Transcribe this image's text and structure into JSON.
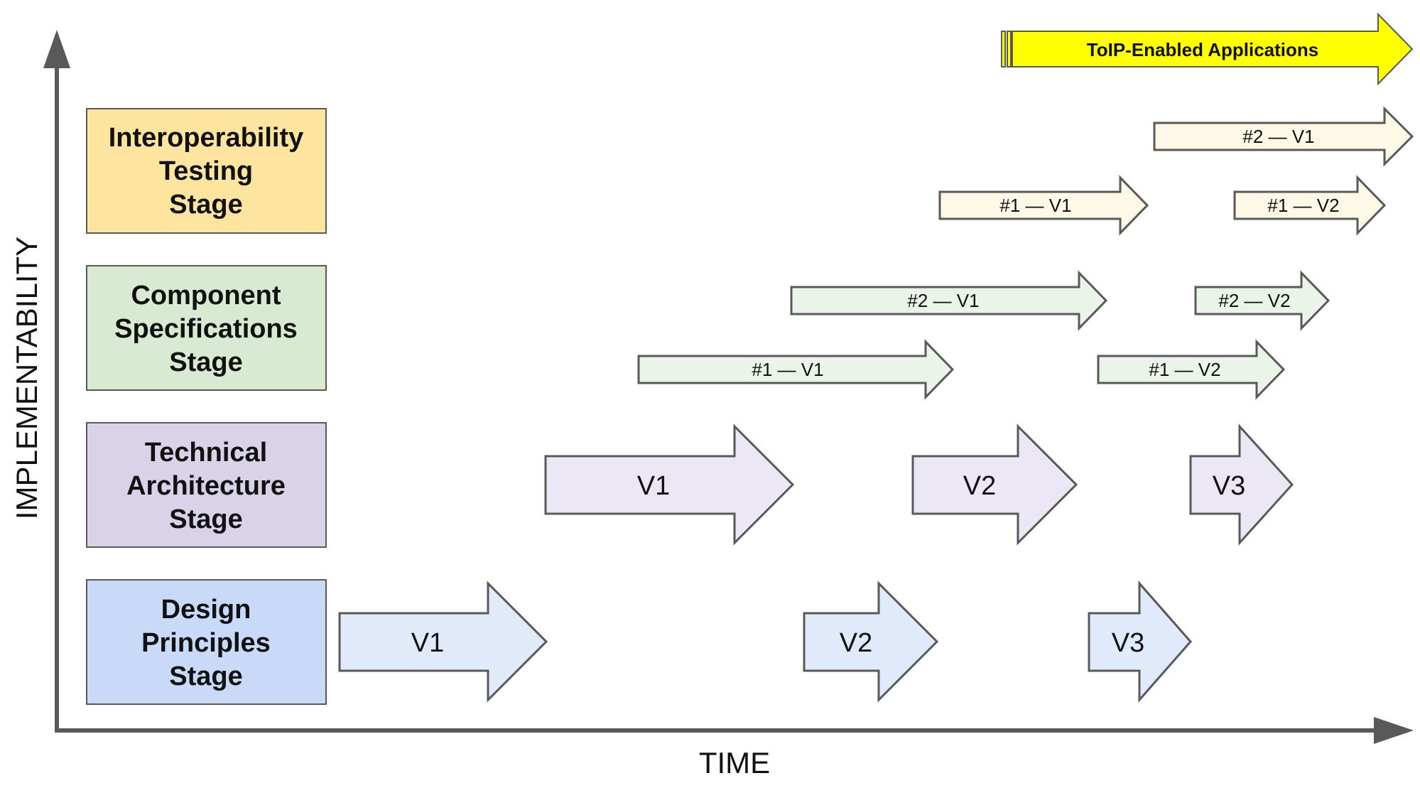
{
  "axes": {
    "y_label": "IMPLEMENTABILITY",
    "x_label": "TIME"
  },
  "colors": {
    "axis": "#595959",
    "border": "#595959",
    "testing_box": "#fde49f",
    "testing_arrow": "#fef8e6",
    "component_box": "#d9ead3",
    "component_arrow": "#ebf4e8",
    "architecture_box": "#d9d2e9",
    "architecture_arrow": "#ebe7f4",
    "design_box": "#c9daf8",
    "design_arrow": "#e1eafb",
    "applications_arrow": "#ffff00"
  },
  "stages": [
    {
      "id": "testing",
      "lines": [
        "Interoperability",
        "Testing",
        "Stage"
      ]
    },
    {
      "id": "component",
      "lines": [
        "Component",
        "Specifications",
        "Stage"
      ]
    },
    {
      "id": "architecture",
      "lines": [
        "Technical",
        "Architecture",
        "Stage"
      ]
    },
    {
      "id": "design",
      "lines": [
        "Design",
        "Principles",
        "Stage"
      ]
    }
  ],
  "applications": {
    "label": "ToIP-Enabled Applications"
  },
  "arrows": {
    "testing": [
      {
        "label": "#2 — V1"
      },
      {
        "label": "#1 — V1"
      },
      {
        "label": "#1 — V2"
      }
    ],
    "component": [
      {
        "label": "#2 — V1"
      },
      {
        "label": "#2 — V2"
      },
      {
        "label": "#1 — V1"
      },
      {
        "label": "#1 — V2"
      }
    ],
    "architecture": [
      {
        "label": "V1"
      },
      {
        "label": "V2"
      },
      {
        "label": "V3"
      }
    ],
    "design": [
      {
        "label": "V1"
      },
      {
        "label": "V2"
      },
      {
        "label": "V3"
      }
    ]
  }
}
